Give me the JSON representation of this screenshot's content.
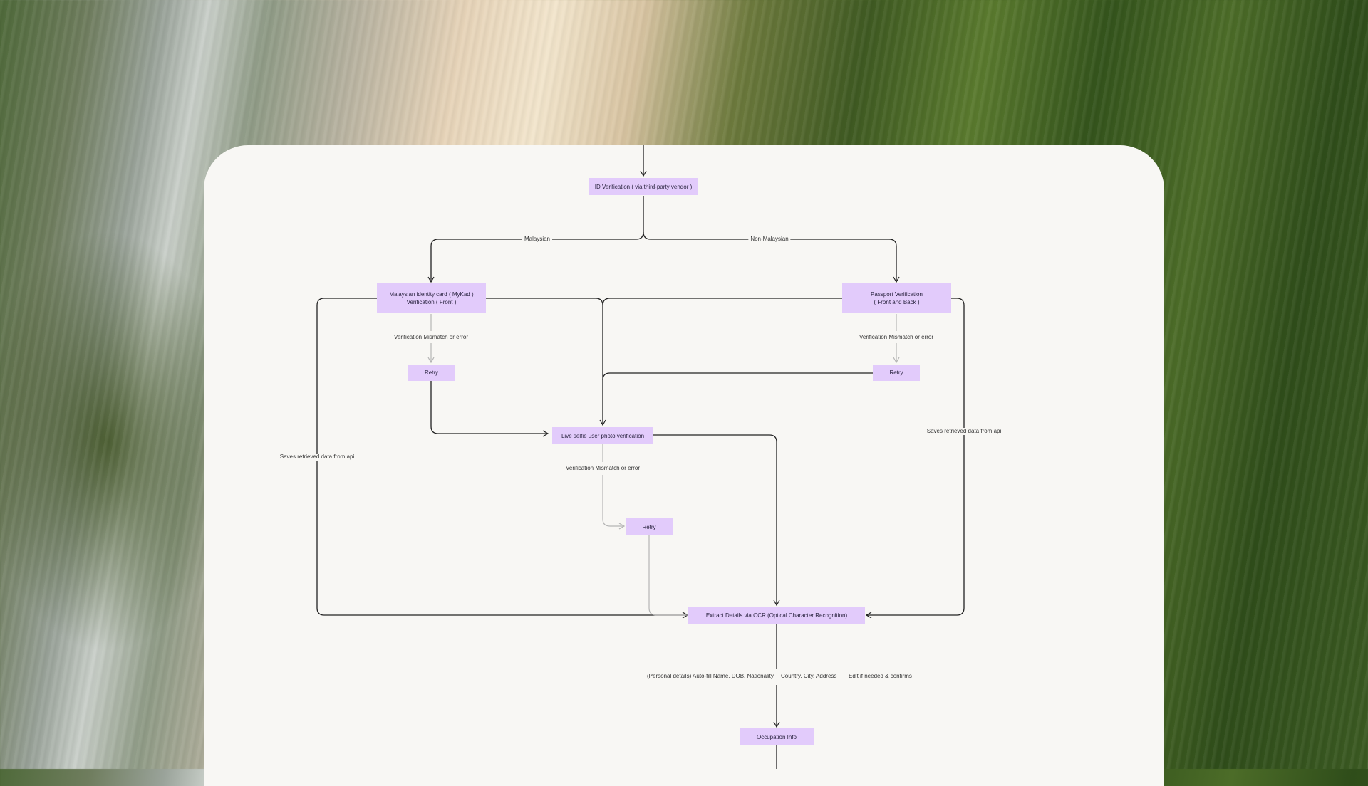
{
  "nodes": {
    "id_verification": "ID Verification ( via third-party vendor )",
    "mykad": "Malaysian identity card  ( MyKad )\nVerification ( Front )",
    "passport": "Passport Verification\n( Front and Back )",
    "retry_left": "Retry",
    "retry_right": "Retry",
    "selfie": "Live selfie user photo verification",
    "retry_selfie": "Retry",
    "ocr": "Extract Details via OCR (Optical Character Recognition)",
    "occupation": "Occupation Info"
  },
  "edge_labels": {
    "malaysian": "Malaysian",
    "non_malaysian": "Non-Malaysian",
    "mismatch_left": "Verification Mismatch or error",
    "mismatch_right": "Verification Mismatch or error",
    "mismatch_selfie": "Verification Mismatch or error",
    "saves_left": "Saves retrieved data from api",
    "saves_right": "Saves retrieved data from api",
    "personal_1": "(Personal details)  Auto-fill Name, DOB, Nationality,",
    "personal_2": "Country, City, Address",
    "personal_3": "Edit if needed & confirms"
  },
  "colors": {
    "node_fill": "#e2cbfb",
    "card_bg": "#f8f7f4",
    "line": "#222222",
    "line_light": "#b5b5b5"
  }
}
